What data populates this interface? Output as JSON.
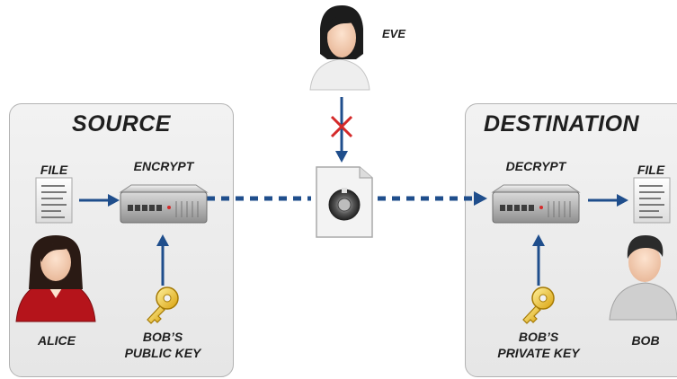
{
  "eve": {
    "label": "EVE"
  },
  "source": {
    "title": "SOURCE",
    "file_label": "FILE",
    "encrypt_label": "ENCRYPT",
    "person_label": "ALICE",
    "key_label_line1": "BOB’S",
    "key_label_line2": "PUBLIC KEY"
  },
  "destination": {
    "title": "DESTINATION",
    "decrypt_label": "DECRYPT",
    "file_label": "FILE",
    "person_label": "BOB",
    "key_label_line1": "BOB’S",
    "key_label_line2": "PRIVATE KEY"
  },
  "colors": {
    "arrow": "#1f4e8c",
    "blocked": "#d42a2a",
    "alice_shirt": "#b5141b",
    "gray_shirt": "#c8c8c8",
    "key": "#e8b818"
  }
}
